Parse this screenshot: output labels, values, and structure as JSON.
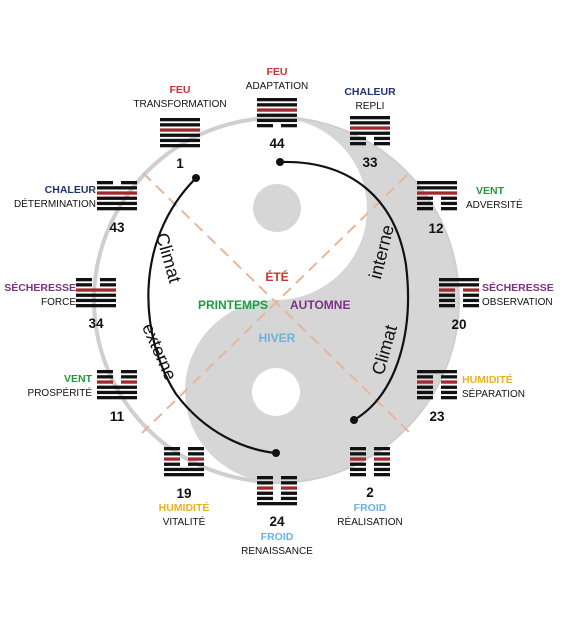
{
  "colors": {
    "red": "#c8332e",
    "blue": "#20336f",
    "green": "#1f9a43",
    "purple": "#7c3183",
    "yellow": "#e8b31f",
    "lightblue": "#6ab3df",
    "yin_gray": "#d6d6d6",
    "ring_gray": "#cfcfcf",
    "dash_peach": "#e5b69a",
    "black": "#111111",
    "bar_red": "#a3272d"
  },
  "seasons": {
    "ete": "ÉTÉ",
    "printemps": "PRINTEMPS",
    "automne": "AUTOMNE",
    "hiver": "HIVER"
  },
  "climat": {
    "left_word1": "Climat",
    "left_word2": "externe",
    "right_word1": "interne",
    "right_word2": "Climat"
  },
  "hexagrams": [
    {
      "id": "h1",
      "number": "1",
      "element": "FEU",
      "element_color": "red",
      "subtitle": "TRANSFORMATION",
      "lines": [
        1,
        1,
        1,
        1,
        1,
        1
      ]
    },
    {
      "id": "h44",
      "number": "44",
      "element": "FEU",
      "element_color": "red",
      "subtitle": "ADAPTATION",
      "lines": [
        1,
        1,
        1,
        1,
        1,
        0
      ]
    },
    {
      "id": "h33",
      "number": "33",
      "element": "CHALEUR",
      "element_color": "blue",
      "subtitle": "REPLI",
      "lines": [
        1,
        1,
        1,
        1,
        0,
        0
      ]
    },
    {
      "id": "h12",
      "number": "12",
      "element": "VENT",
      "element_color": "green",
      "subtitle": "ADVERSITÉ",
      "lines": [
        1,
        1,
        1,
        0,
        0,
        0
      ]
    },
    {
      "id": "h20",
      "number": "20",
      "element": "SÉCHERESSE",
      "element_color": "purple",
      "subtitle": "OBSERVATION",
      "lines": [
        1,
        1,
        0,
        0,
        0,
        0
      ]
    },
    {
      "id": "h23",
      "number": "23",
      "element": "HUMIDITÉ",
      "element_color": "yellow",
      "subtitle": "SÉPARATION",
      "lines": [
        1,
        0,
        0,
        0,
        0,
        0
      ]
    },
    {
      "id": "h2",
      "number": "2",
      "element": "FROID",
      "element_color": "lightblue",
      "subtitle": "RÉALISATION",
      "lines": [
        0,
        0,
        0,
        0,
        0,
        0
      ]
    },
    {
      "id": "h24",
      "number": "24",
      "element": "FROID",
      "element_color": "lightblue",
      "subtitle": "RENAISSANCE",
      "lines": [
        0,
        0,
        0,
        0,
        0,
        1
      ]
    },
    {
      "id": "h19",
      "number": "19",
      "element": "HUMIDITÉ",
      "element_color": "yellow",
      "subtitle": "VITALITÉ",
      "lines": [
        0,
        0,
        0,
        0,
        1,
        1
      ]
    },
    {
      "id": "h11",
      "number": "11",
      "element": "VENT",
      "element_color": "green",
      "subtitle": "PROSPÉRITÉ",
      "lines": [
        0,
        0,
        0,
        1,
        1,
        1
      ]
    },
    {
      "id": "h34",
      "number": "34",
      "element": "SÉCHERESSE",
      "element_color": "purple",
      "subtitle": "FORCE",
      "lines": [
        0,
        0,
        1,
        1,
        1,
        1
      ]
    },
    {
      "id": "h43",
      "number": "43",
      "element": "CHALEUR",
      "element_color": "blue",
      "subtitle": "DÉTERMINATION",
      "lines": [
        0,
        1,
        1,
        1,
        1,
        1
      ]
    }
  ]
}
